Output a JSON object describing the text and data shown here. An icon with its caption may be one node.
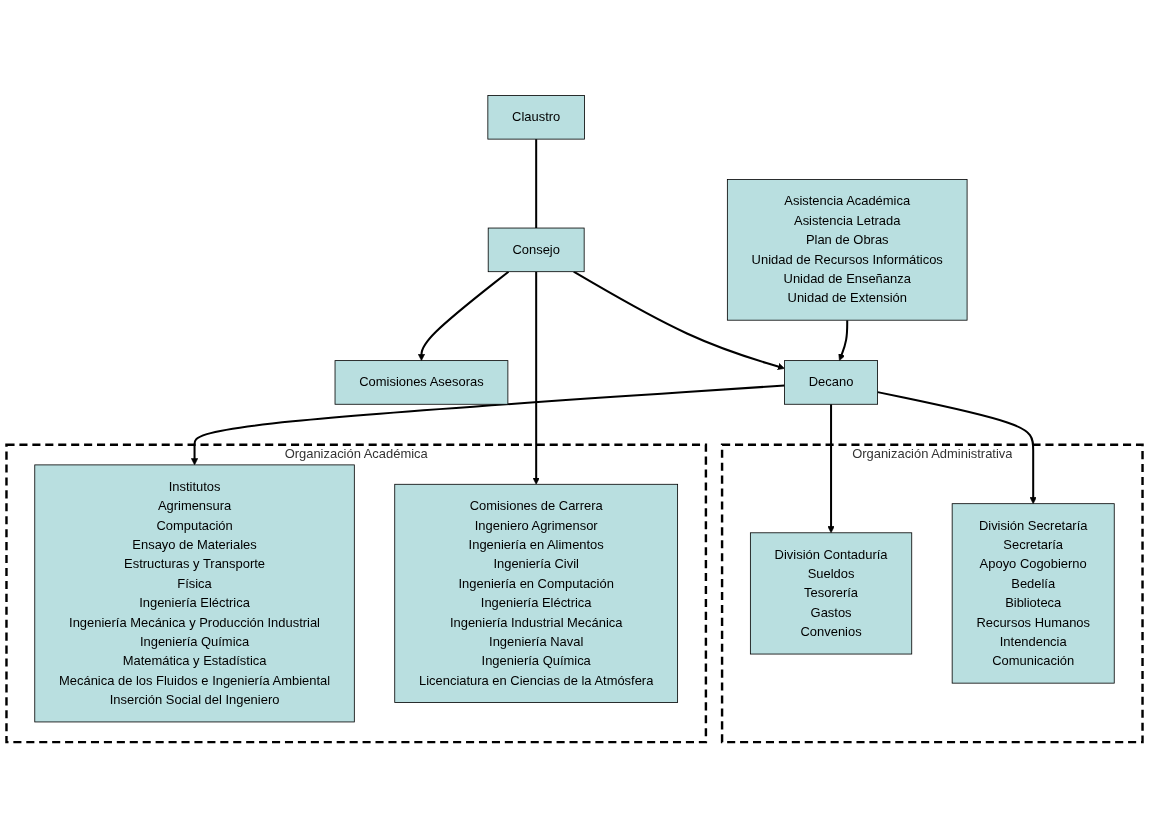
{
  "diagram": {
    "nodes": [
      {
        "text": [
          "Claustro"
        ]
      },
      {
        "text": [
          "Consejo"
        ]
      },
      {
        "text": [
          "Comisiones Asesoras"
        ]
      },
      {
        "text": [
          "Asistencia Académica",
          "Asistencia Letrada",
          "Plan de Obras",
          "Unidad de Recursos Informáticos",
          "Unidad de Enseñanza",
          "Unidad de Extensión"
        ]
      },
      {
        "text": [
          "Decano"
        ]
      },
      {
        "text": [
          "Organización Administrativa"
        ]
      },
      {
        "text": [
          "División Contaduría",
          "Sueldos",
          "Tesorería",
          "Gastos",
          "Convenios"
        ],
        "in": 5
      },
      {
        "text": [
          "División Secretaría",
          "Secretaría",
          "Apoyo Cogobierno",
          "Bedelía",
          "Biblioteca",
          "Recursos Humanos",
          "Intendencia",
          "Comunicación"
        ],
        "in": 5
      },
      {
        "text": [
          "Organización Académica"
        ]
      },
      {
        "text": [
          "Institutos",
          "Agrimensura",
          "Computación",
          "Ensayo de Materiales",
          "Estructuras y Transporte",
          "Física",
          "Ingeniería Eléctrica",
          "Ingeniería Mecánica y Producción Industrial",
          "Ingeniería Química",
          "Matemática y Estadística",
          "Mecánica de los Fluidos e Ingeniería Ambiental",
          "Inserción Social del Ingeniero"
        ],
        "in": 8
      },
      {
        "text": [
          "Comisiones de Carrera",
          "Ingeniero Agrimensor",
          "Ingeniería en Alimentos",
          "Ingeniería Civil",
          "Ingeniería en Computación",
          "Ingeniería Eléctrica",
          "Ingeniería Industrial Mecánica",
          "Ingeniería Naval",
          "Ingeniería Química",
          "Licenciatura en Ciencias de la Atmósfera"
        ],
        "in": 8
      }
    ],
    "edges": [
      {
        "from": 0,
        "to": 1,
        "arrow": "none"
      },
      {
        "from": 1,
        "to": 2,
        "arrow": "to"
      },
      {
        "from": 1,
        "to": 4,
        "arrow": "to"
      },
      {
        "from": 3,
        "to": 4,
        "arrow": "to"
      },
      {
        "from": 4,
        "to": 9,
        "arrow": "to"
      },
      {
        "from": 1,
        "to": 10,
        "arrow": "to"
      },
      {
        "from": 4,
        "to": 6,
        "arrow": "to"
      },
      {
        "from": 4,
        "to": 7,
        "arrow": "to"
      }
    ]
  }
}
